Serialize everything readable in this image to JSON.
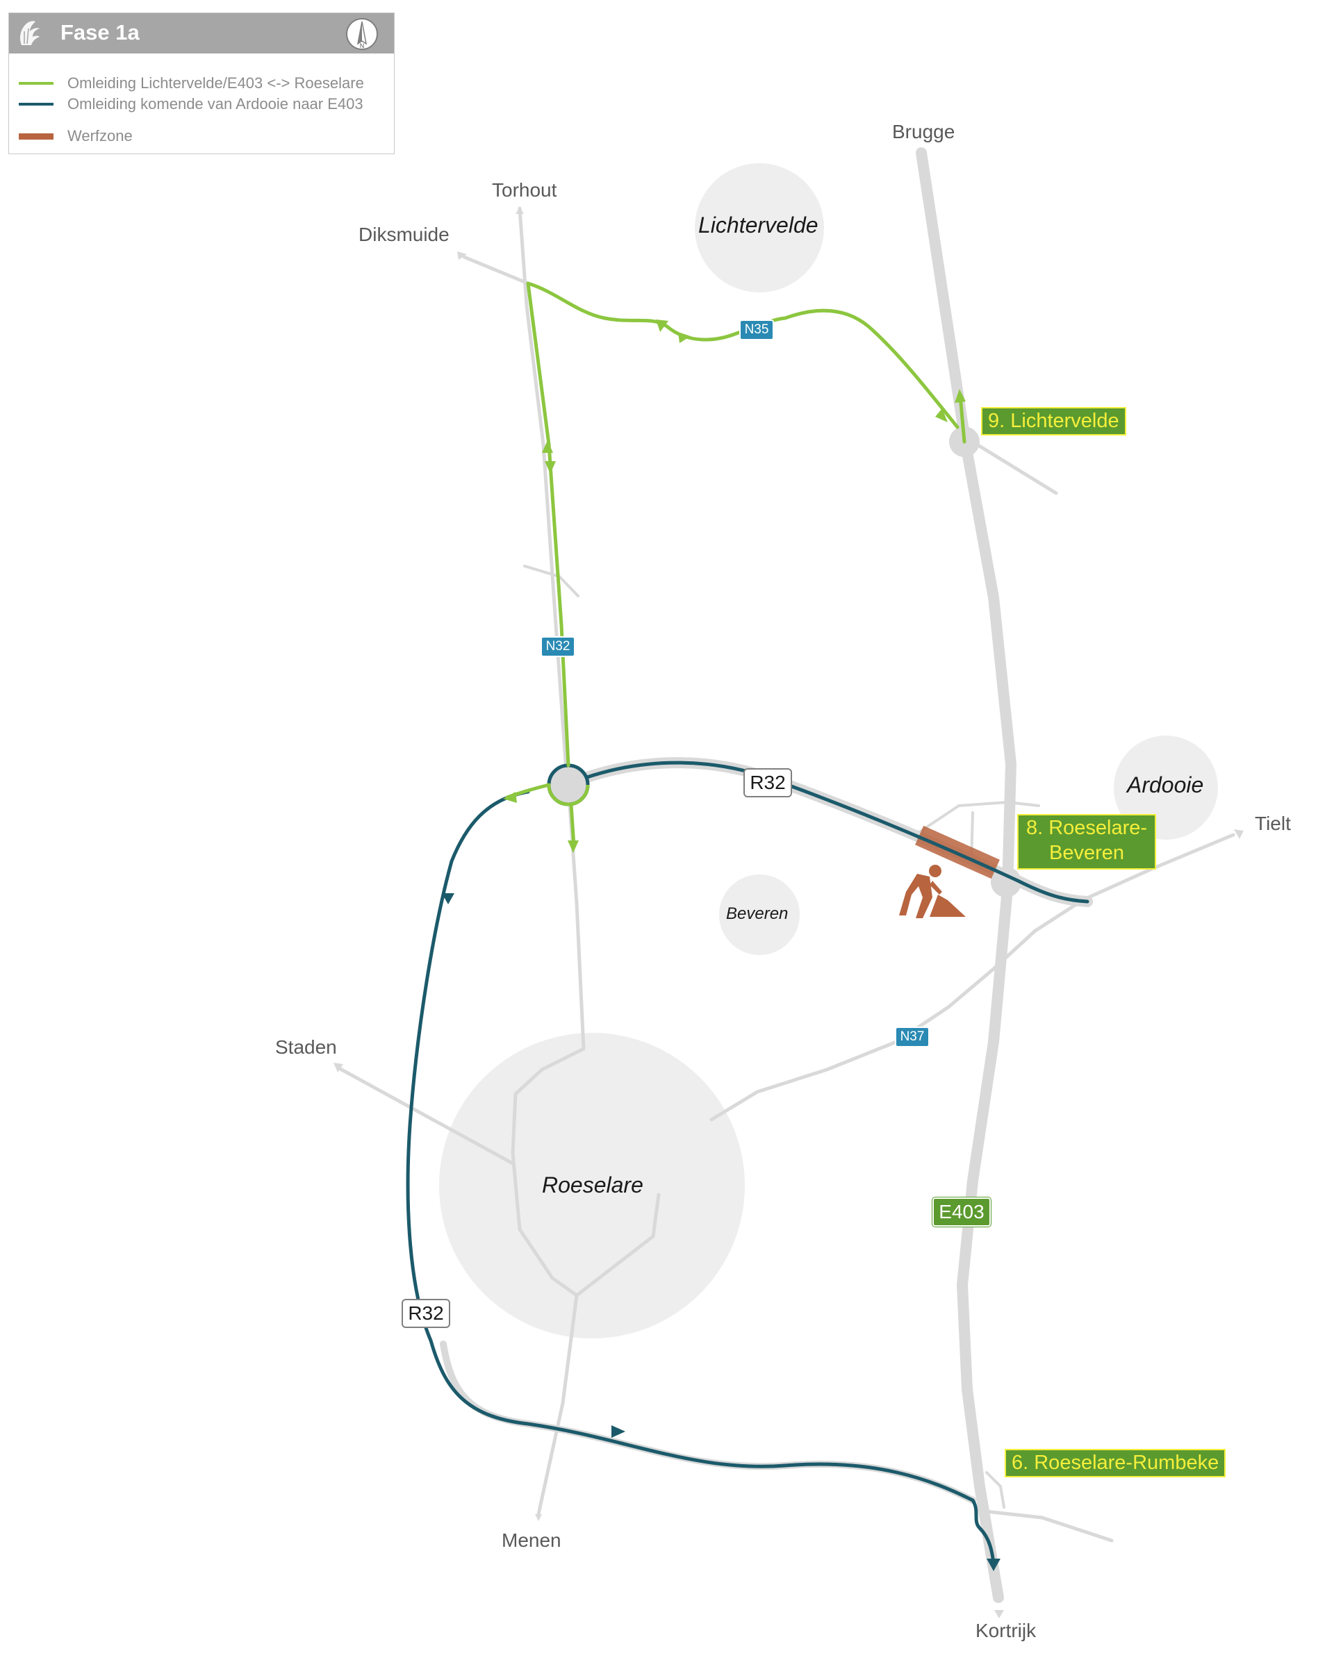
{
  "legend": {
    "title": "Fase 1a",
    "items": [
      {
        "label": "Omleiding Lichtervelde/E403 <-> Roeselare",
        "color": "#8cc63f"
      },
      {
        "label": "Omleiding komende van Ardooie naar E403",
        "color": "#1b5a6b"
      },
      {
        "label": "Werfzone",
        "color": "#b8643f"
      }
    ],
    "north_label": "N"
  },
  "colors": {
    "green_route": "#8cc63f",
    "teal_route": "#1b5a6b",
    "road": "#d9d9d9",
    "town_circle": "#eeeeee",
    "worksite": "#b8643f",
    "exit_label_bg": "#5b9a2e",
    "exit_label_text": "#f5ef3c",
    "road_badge_blue": "#2a8ab3",
    "road_badge_green": "#5b9a2e"
  },
  "places": {
    "brugge": "Brugge",
    "torhout": "Torhout",
    "diksmuide": "Diksmuide",
    "tielt": "Tielt",
    "staden": "Staden",
    "menen": "Menen",
    "kortrijk": "Kortrijk"
  },
  "towns": {
    "lichtervelde": "Lichtervelde",
    "ardooie": "Ardooie",
    "beveren": "Beveren",
    "roeselare": "Roeselare"
  },
  "roads": {
    "n35": "N35",
    "n32": "N32",
    "n37": "N37",
    "r32_top": "R32",
    "r32_left": "R32",
    "e403": "E403"
  },
  "exits": {
    "exit9": "9. Lichtervelde",
    "exit8_line1": "8. Roeselare-",
    "exit8_line2": "Beveren",
    "exit6": "6. Roeselare-Rumbeke"
  },
  "icons": {
    "worker": "roadworks-worker-icon",
    "north": "north-arrow-icon",
    "logo": "flemish-lion-logo-icon"
  }
}
